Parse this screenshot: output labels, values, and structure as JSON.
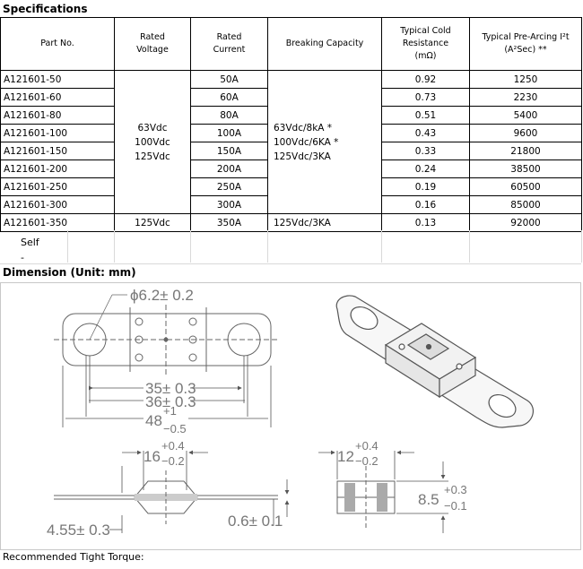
{
  "specifications": {
    "title": "Specifications",
    "headers": {
      "part_no": "Part No.",
      "rated_voltage": [
        "Rated",
        "Voltage"
      ],
      "rated_current": [
        "Rated",
        "Current"
      ],
      "breaking_capacity": "Breaking Capacity",
      "cold_resistance": [
        "Typical Cold",
        "Resistance",
        "(mΩ)"
      ],
      "pre_arcing": [
        "Typical Pre-Arcing I²t",
        "(A²Sec) **"
      ]
    },
    "rows": [
      {
        "part": "A121601-50",
        "current": "50A",
        "resistance": "0.92",
        "i2t": "1250"
      },
      {
        "part": "A121601-60",
        "current": "60A",
        "resistance": "0.73",
        "i2t": "2230"
      },
      {
        "part": "A121601-80",
        "current": "80A",
        "resistance": "0.51",
        "i2t": "5400"
      },
      {
        "part": "A121601-100",
        "current": "100A",
        "resistance": "0.43",
        "i2t": "9600"
      },
      {
        "part": "A121601-150",
        "current": "150A",
        "resistance": "0.33",
        "i2t": "21800"
      },
      {
        "part": "A121601-200",
        "current": "200A",
        "resistance": "0.24",
        "i2t": "38500"
      },
      {
        "part": "A121601-250",
        "current": "250A",
        "resistance": "0.19",
        "i2t": "60500"
      },
      {
        "part": "A121601-300",
        "current": "300A",
        "resistance": "0.16",
        "i2t": "85000"
      }
    ],
    "group_voltage": [
      "63Vdc",
      "100Vdc",
      "125Vdc"
    ],
    "group_breaking": [
      "63Vdc/8kA *",
      "100Vdc/6KA *",
      "125Vdc/3KA"
    ],
    "last_row": {
      "part": "A121601-350",
      "voltage": "125Vdc",
      "current": "350A",
      "breaking": "125Vdc/3KA",
      "resistance": "0.13",
      "i2t": "92000"
    }
  },
  "self_text": [
    "Self",
    "-"
  ],
  "dimension": {
    "title": "Dimension (Unit: mm)",
    "labels": {
      "hole_dia": "ϕ6.2± 0.2",
      "d35": "35± 0.3",
      "d36": "36± 0.3",
      "d48": "48",
      "d48_plus": "+1",
      "d48_minus": "−0.5",
      "d16": "16",
      "d16_plus": "+0.4",
      "d16_minus": "−0.2",
      "d12": "12",
      "d12_plus": "+0.4",
      "d12_minus": "−0.2",
      "d85": "8.5",
      "d85_plus": "+0.3",
      "d85_minus": "−0.1",
      "d455": "4.55± 0.3",
      "d06": "0.6± 0.1"
    }
  },
  "torque": "Recommended Tight Torque:"
}
